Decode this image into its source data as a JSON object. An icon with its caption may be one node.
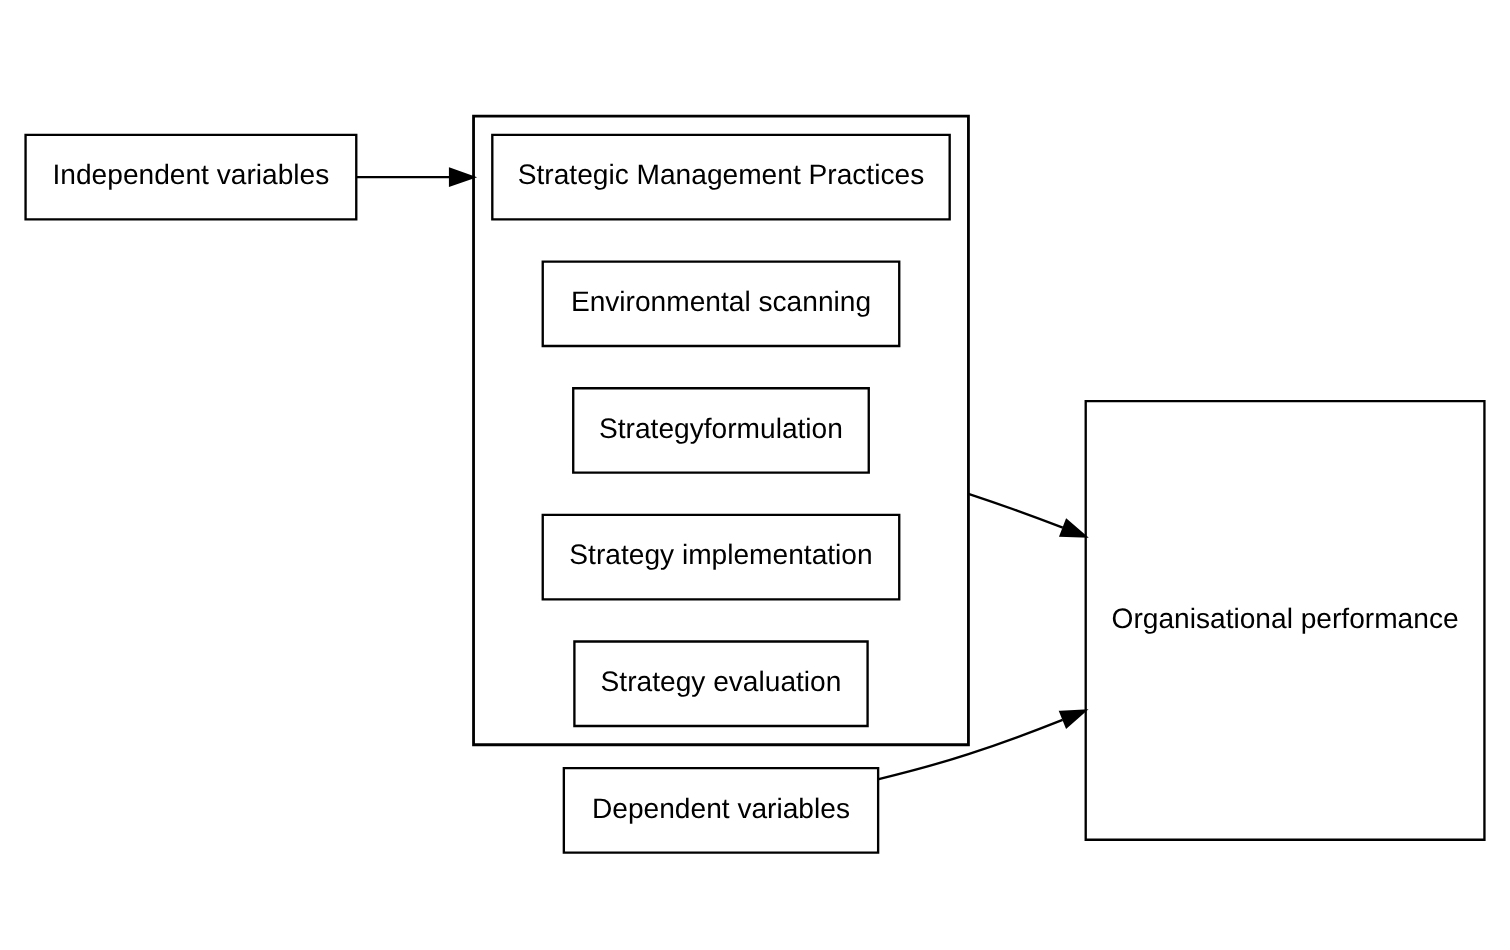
{
  "diagram": {
    "nodes": [
      {
        "text": [
          "Independent variables"
        ]
      },
      {
        "text": [
          "Dependent variables"
        ]
      },
      {
        "text": [],
        "shape": "bracket"
      },
      {
        "text": [
          "Strategic Management Practices"
        ],
        "in": 2
      },
      {
        "text": [
          "Environmental scanning"
        ],
        "in": 2
      },
      {
        "text": [
          "Strategyformulation"
        ],
        "in": 2
      },
      {
        "text": [
          "Strategy implementation"
        ],
        "in": 2
      },
      {
        "text": [
          "Strategy evaluation"
        ],
        "in": 2
      },
      {
        "text": [
          "Organisational performance"
        ]
      }
    ],
    "edges": [
      {
        "from": 0,
        "to": 2,
        "arrow": "to"
      },
      {
        "from": 1,
        "to": 8,
        "arrow": "to"
      },
      {
        "from": 2,
        "to": 8,
        "arrow": "to"
      }
    ]
  }
}
